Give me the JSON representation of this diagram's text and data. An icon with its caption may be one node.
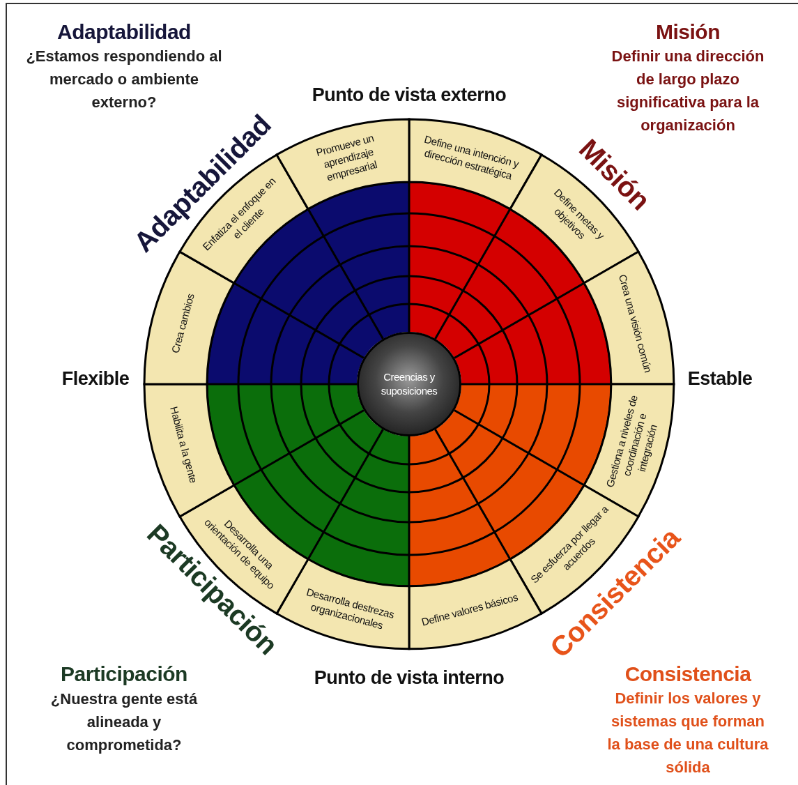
{
  "diagram": {
    "nodes": [
      {
        "text": [
          "Define una intención y dirección estratégica"
        ]
      },
      {
        "text": [
          "Define metas y objetivos"
        ]
      },
      {
        "text": [
          "Crea una visión común"
        ]
      },
      {
        "text": [
          "Gestiona a niveles de coordinación e integración"
        ]
      },
      {
        "text": [
          "Se esfuerza por llegar a acuerdos"
        ]
      },
      {
        "text": [
          "Define valores básicos"
        ]
      },
      {
        "text": [
          "Desarrolla destrezas organizacionales"
        ]
      },
      {
        "text": [
          "Desarrolla una orientación de equipo"
        ]
      },
      {
        "text": [
          "Habilita a la gente"
        ]
      },
      {
        "text": [
          "Crea cambios"
        ]
      },
      {
        "text": [
          "Enfatiza el enfoque en el cliente"
        ]
      },
      {
        "text": [
          "Promueve un aprendizaje empresarial"
        ]
      },
      {
        "text": [
          "Creencias y suposiciones"
        ]
      }
    ],
    "labels": [
      "Adaptabilidad",
      "¿Estamos respondiendo al mercado o ambiente externo?",
      "Misión",
      "Definir una dirección de largo plazo significativa para la organización",
      "Punto de vista externo",
      "Adaptabilidad",
      "Misión",
      "Flexible",
      "Estable",
      "Participación",
      "Consistencia",
      "Participación",
      "¿Nuestra gente está alineada y comprometida?",
      "Punto de vista interno",
      "Consistencia",
      "Definir los valores y sistemas que forman la base de una cultura sólida"
    ]
  }
}
